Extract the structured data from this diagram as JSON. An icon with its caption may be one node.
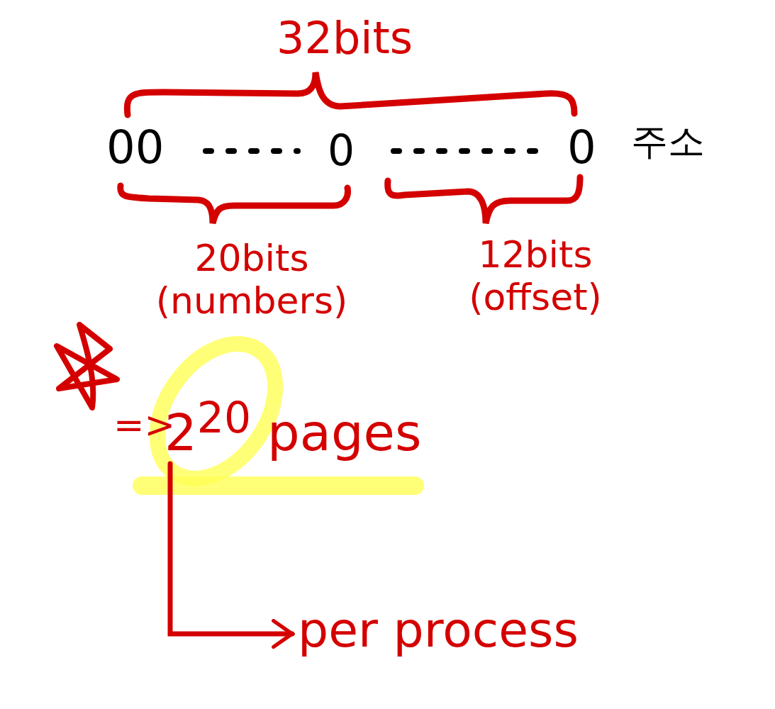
{
  "diagram": {
    "nodes": [
      {
        "text": [
          "2$^{20}$ pages"
        ]
      },
      {
        "text": [
          "per process"
        ]
      }
    ],
    "edges": [
      {
        "from": 0,
        "to": 1,
        "arrow": "to"
      }
    ],
    "labels": [
      "32bits",
      "00",
      "0",
      "0",
      "주소",
      "20bits (numbers)",
      "12bits (offset)",
      "=>"
    ]
  }
}
